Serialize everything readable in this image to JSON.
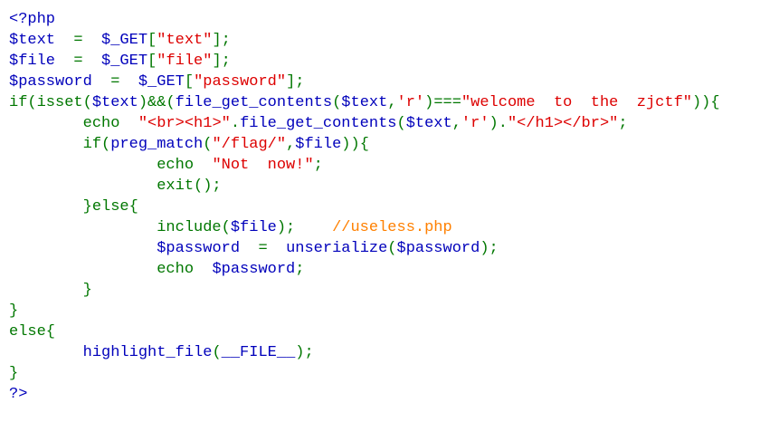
{
  "colors": {
    "default": "#0000BB",
    "keyword": "#007700",
    "string": "#DD0000",
    "comment": "#FF8000",
    "background": "#FFFFFF"
  },
  "code_lines": [
    {
      "tokens": [
        {
          "t": "<?php",
          "c": "default"
        }
      ]
    },
    {
      "tokens": [
        {
          "t": "$text",
          "c": "default"
        },
        {
          "t": "  =  ",
          "c": "keyword"
        },
        {
          "t": "$_GET",
          "c": "default"
        },
        {
          "t": "[",
          "c": "keyword"
        },
        {
          "t": "\"text\"",
          "c": "string"
        },
        {
          "t": "];",
          "c": "keyword"
        }
      ]
    },
    {
      "tokens": [
        {
          "t": "$file",
          "c": "default"
        },
        {
          "t": "  =  ",
          "c": "keyword"
        },
        {
          "t": "$_GET",
          "c": "default"
        },
        {
          "t": "[",
          "c": "keyword"
        },
        {
          "t": "\"file\"",
          "c": "string"
        },
        {
          "t": "];",
          "c": "keyword"
        }
      ]
    },
    {
      "tokens": [
        {
          "t": "$password",
          "c": "default"
        },
        {
          "t": "  =  ",
          "c": "keyword"
        },
        {
          "t": "$_GET",
          "c": "default"
        },
        {
          "t": "[",
          "c": "keyword"
        },
        {
          "t": "\"password\"",
          "c": "string"
        },
        {
          "t": "];",
          "c": "keyword"
        }
      ]
    },
    {
      "tokens": [
        {
          "t": "if(isset(",
          "c": "keyword"
        },
        {
          "t": "$text",
          "c": "default"
        },
        {
          "t": ")&&(",
          "c": "keyword"
        },
        {
          "t": "file_get_contents",
          "c": "default"
        },
        {
          "t": "(",
          "c": "keyword"
        },
        {
          "t": "$text",
          "c": "default"
        },
        {
          "t": ",",
          "c": "keyword"
        },
        {
          "t": "'r'",
          "c": "string"
        },
        {
          "t": ")===",
          "c": "keyword"
        },
        {
          "t": "\"welcome  to  the  zjctf\"",
          "c": "string"
        },
        {
          "t": ")){",
          "c": "keyword"
        }
      ]
    },
    {
      "tokens": [
        {
          "t": "        echo  ",
          "c": "keyword"
        },
        {
          "t": "\"<br><h1>\"",
          "c": "string"
        },
        {
          "t": ".",
          "c": "keyword"
        },
        {
          "t": "file_get_contents",
          "c": "default"
        },
        {
          "t": "(",
          "c": "keyword"
        },
        {
          "t": "$text",
          "c": "default"
        },
        {
          "t": ",",
          "c": "keyword"
        },
        {
          "t": "'r'",
          "c": "string"
        },
        {
          "t": ").",
          "c": "keyword"
        },
        {
          "t": "\"</h1></br>\"",
          "c": "string"
        },
        {
          "t": ";",
          "c": "keyword"
        }
      ]
    },
    {
      "tokens": [
        {
          "t": "        if(",
          "c": "keyword"
        },
        {
          "t": "preg_match",
          "c": "default"
        },
        {
          "t": "(",
          "c": "keyword"
        },
        {
          "t": "\"/flag/\"",
          "c": "string"
        },
        {
          "t": ",",
          "c": "keyword"
        },
        {
          "t": "$file",
          "c": "default"
        },
        {
          "t": ")){",
          "c": "keyword"
        }
      ]
    },
    {
      "tokens": [
        {
          "t": "                echo  ",
          "c": "keyword"
        },
        {
          "t": "\"Not  now!\"",
          "c": "string"
        },
        {
          "t": ";",
          "c": "keyword"
        }
      ]
    },
    {
      "tokens": [
        {
          "t": "                exit();",
          "c": "keyword"
        }
      ]
    },
    {
      "tokens": [
        {
          "t": "        }else{",
          "c": "keyword"
        }
      ]
    },
    {
      "tokens": [
        {
          "t": "                include(",
          "c": "keyword"
        },
        {
          "t": "$file",
          "c": "default"
        },
        {
          "t": ");    ",
          "c": "keyword"
        },
        {
          "t": "//useless.php",
          "c": "comment"
        }
      ]
    },
    {
      "tokens": [
        {
          "t": "                ",
          "c": "keyword"
        },
        {
          "t": "$password",
          "c": "default"
        },
        {
          "t": "  =  ",
          "c": "keyword"
        },
        {
          "t": "unserialize",
          "c": "default"
        },
        {
          "t": "(",
          "c": "keyword"
        },
        {
          "t": "$password",
          "c": "default"
        },
        {
          "t": ");",
          "c": "keyword"
        }
      ]
    },
    {
      "tokens": [
        {
          "t": "                echo  ",
          "c": "keyword"
        },
        {
          "t": "$password",
          "c": "default"
        },
        {
          "t": ";",
          "c": "keyword"
        }
      ]
    },
    {
      "tokens": [
        {
          "t": "        }",
          "c": "keyword"
        }
      ]
    },
    {
      "tokens": [
        {
          "t": "}",
          "c": "keyword"
        }
      ]
    },
    {
      "tokens": [
        {
          "t": "else{",
          "c": "keyword"
        }
      ]
    },
    {
      "tokens": [
        {
          "t": "        ",
          "c": "keyword"
        },
        {
          "t": "highlight_file",
          "c": "default"
        },
        {
          "t": "(",
          "c": "keyword"
        },
        {
          "t": "__FILE__",
          "c": "default"
        },
        {
          "t": ");",
          "c": "keyword"
        }
      ]
    },
    {
      "tokens": [
        {
          "t": "}",
          "c": "keyword"
        }
      ]
    },
    {
      "tokens": [
        {
          "t": "?>",
          "c": "default"
        }
      ]
    }
  ]
}
